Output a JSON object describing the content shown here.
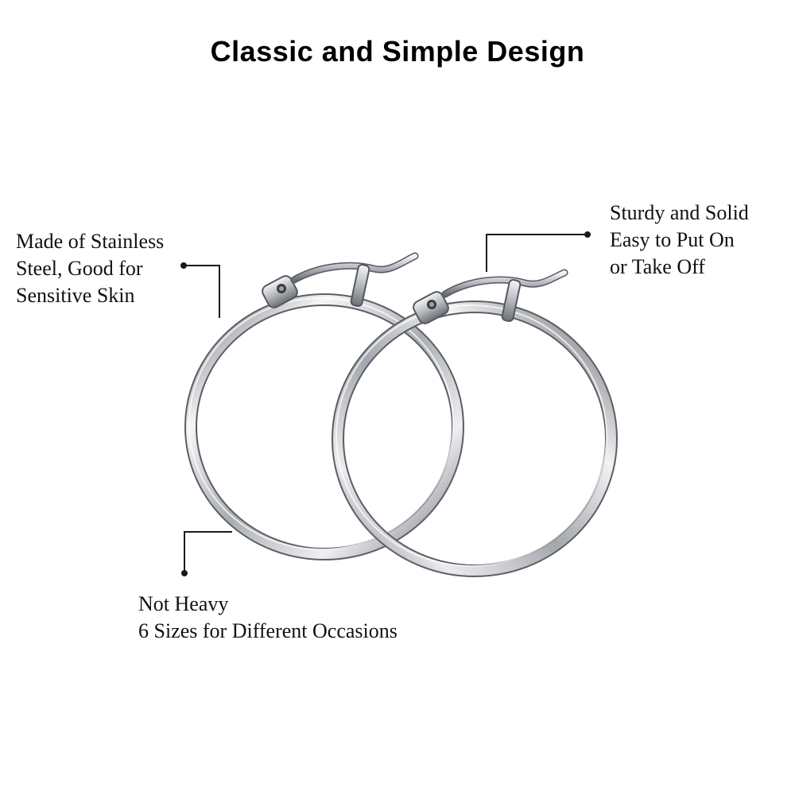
{
  "title": "Classic and Simple Design",
  "callouts": {
    "left": {
      "lines": [
        "Made of Stainless",
        "Steel, Good for",
        "Sensitive Skin"
      ]
    },
    "right": {
      "lines": [
        "Sturdy and Solid",
        "Easy to Put On",
        "or Take Off"
      ]
    },
    "bottom": {
      "lines": [
        "Not Heavy",
        "6 Sizes for Different Occasions"
      ]
    }
  },
  "colors": {
    "leader_line": "#1a1a1a",
    "steel_light": "#f4f4f6",
    "steel_mid": "#b9bbc0",
    "steel_dark": "#5d6066",
    "text": "#111111"
  }
}
